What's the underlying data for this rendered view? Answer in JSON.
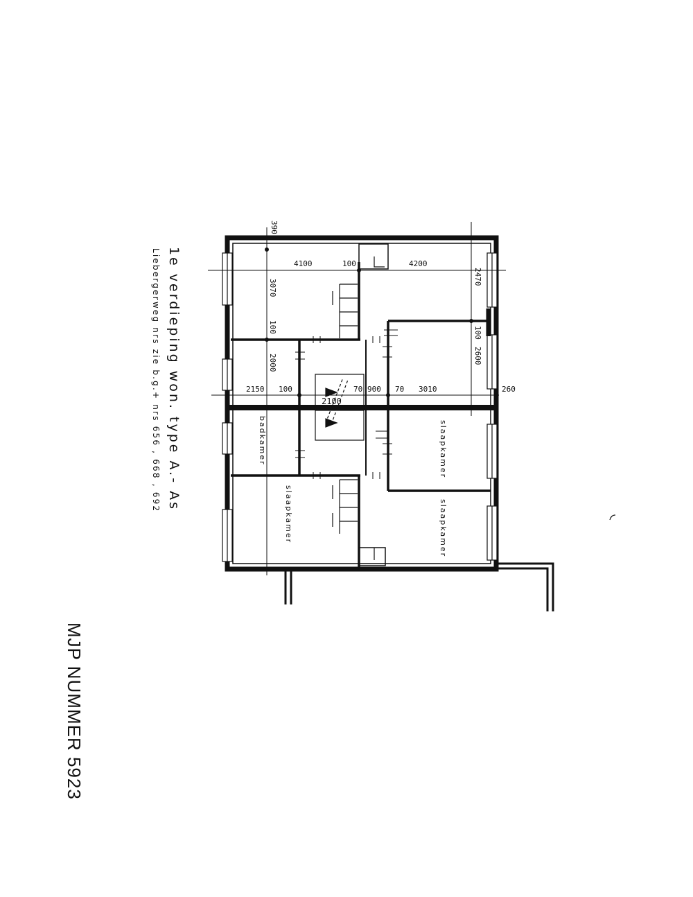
{
  "document": {
    "title": "1e verdieping     won. type A.- As",
    "subtitle": "Liebergerweg  nrs  zie b.g.+ nrs  656 , 668 , 692",
    "stamp": "MJP NUMMER  5923"
  },
  "dimensions": {
    "d390": "390",
    "d4100": "4100",
    "d100a": "100",
    "d4200": "4200",
    "d3070": "3070",
    "d100b": "100",
    "d2470": "2470",
    "d100c": "100",
    "d2000": "2000",
    "d2600": "2600",
    "d2150": "2150",
    "d100d": "100",
    "d70a": "70",
    "d900": "900",
    "d70b": "70",
    "d3010": "3010",
    "d260": "260",
    "d2100": "2100"
  },
  "rooms": {
    "badkamer": "badkamer",
    "slaapkamer1": "slaapkamer",
    "slaapkamer2": "slaapkamer",
    "slaapkamer3": "slaapkamer"
  }
}
